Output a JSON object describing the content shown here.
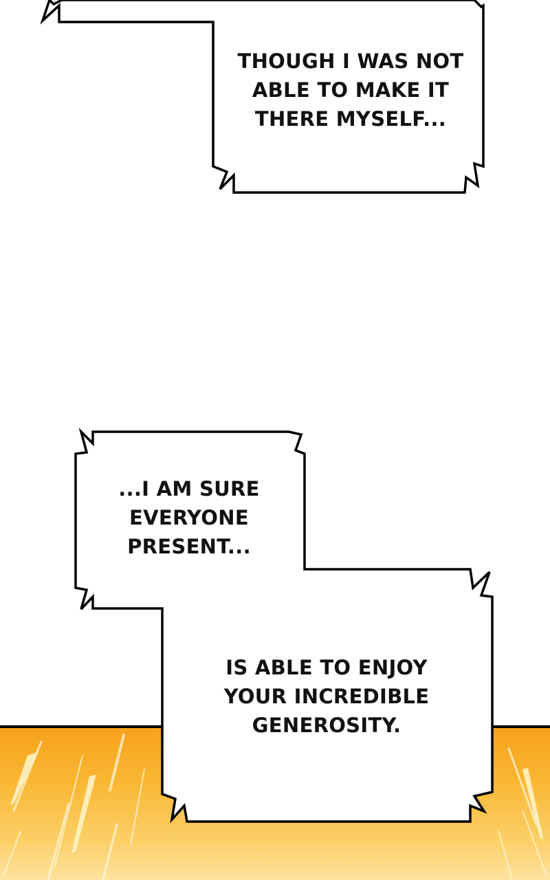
{
  "captions": {
    "first": "THOUGH I WAS NOT\nABLE TO MAKE IT\nTHERE MYSELF...",
    "second": "...I AM SURE\nEVERYONE\nPRESENT...",
    "third": "IS ABLE TO ENJOY\nYOUR INCREDIBLE\nGENEROSITY."
  },
  "colors": {
    "background": "#ffffff",
    "outline": "#000000",
    "bubble_fill": "#ffffff",
    "burst_top": "#f7a21c",
    "burst_bottom": "#fde3a0"
  }
}
